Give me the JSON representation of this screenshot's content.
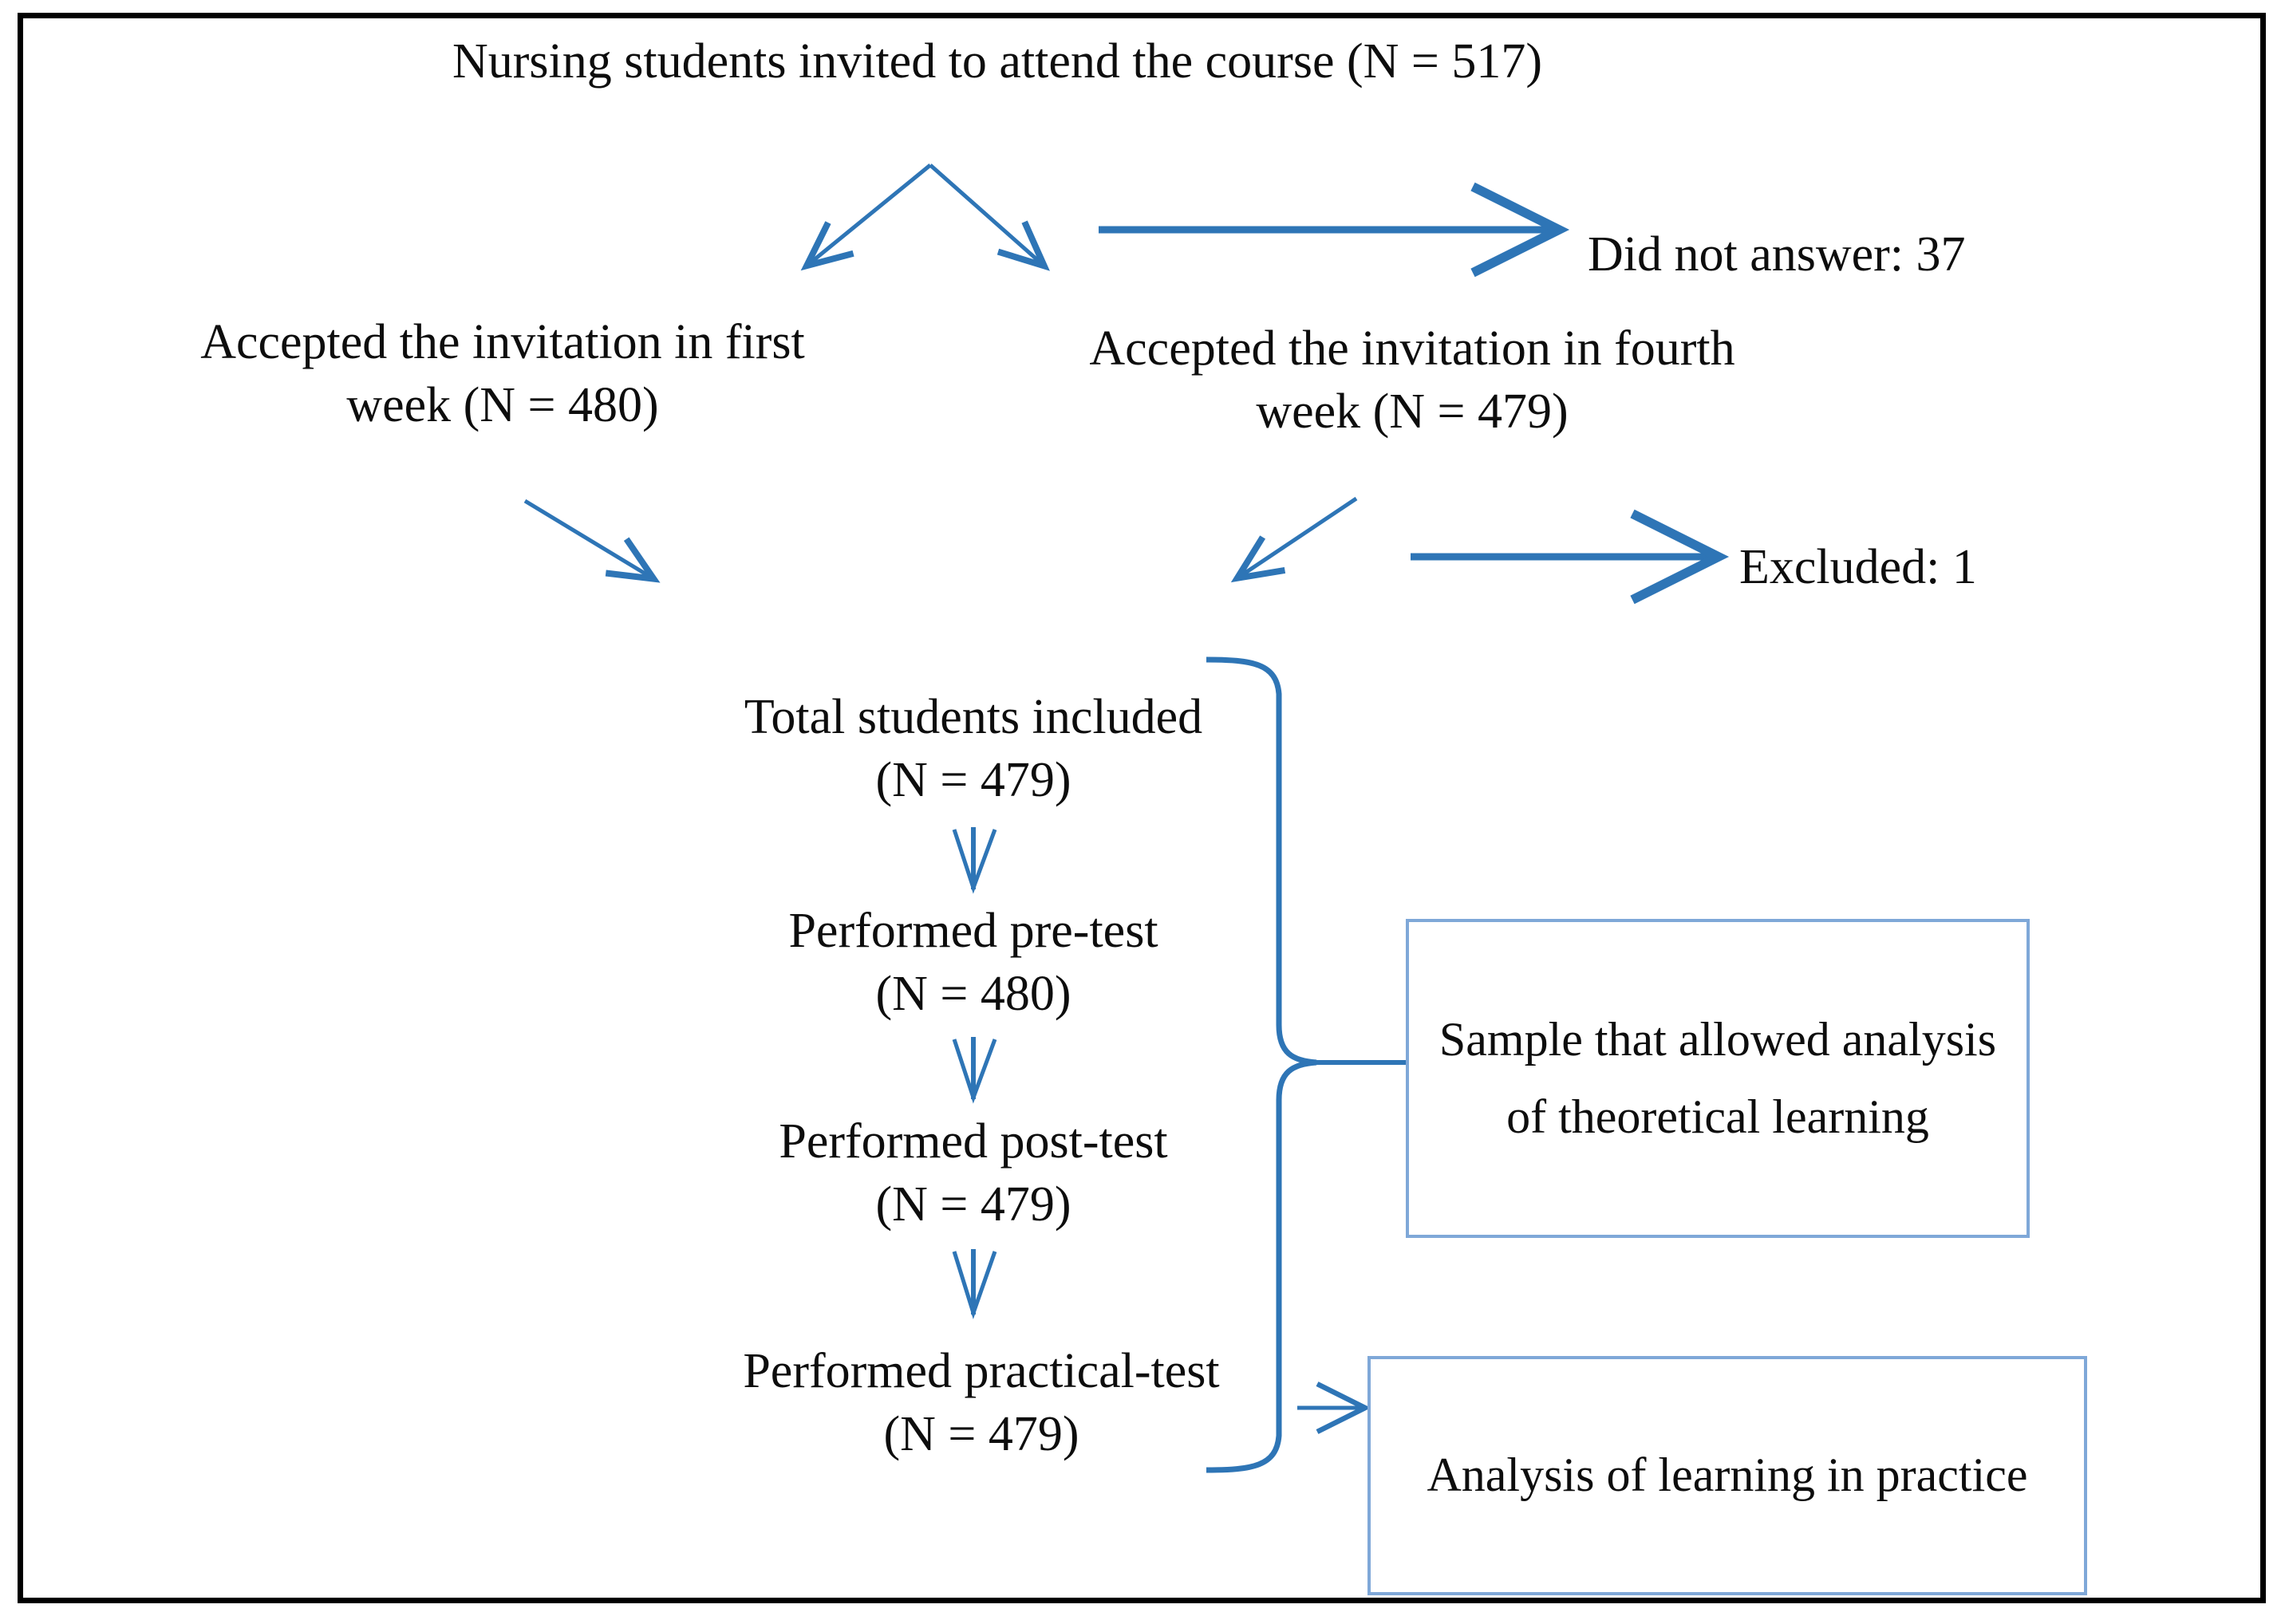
{
  "figure": {
    "type": "flowchart",
    "title": "Study participant flow diagram",
    "accent_color": "#2e75b6",
    "box_border_color": "#7fa8d8",
    "frame_color": "#000000",
    "text_color": "#0d0d0d"
  },
  "nodes": {
    "invited": {
      "label": "Nursing students invited to attend the course (N = 517)",
      "n": 517
    },
    "first_week": {
      "line1": "Accepted the invitation in first",
      "line2": "week (N = 480)",
      "n": 480
    },
    "fourth_week": {
      "line1": "Accepted the invitation in fourth",
      "line2": "week (N = 479)",
      "n": 479
    },
    "did_not_answer": {
      "label": "Did not answer: 37",
      "n": 37
    },
    "excluded": {
      "label": "Excluded: 1",
      "n": 1
    },
    "total_included": {
      "line1": "Total students included",
      "line2": "(N = 479)",
      "n": 479
    },
    "pre_test": {
      "line1": "Performed pre-test",
      "line2": "(N = 480)",
      "n": 480
    },
    "post_test": {
      "line1": "Performed post-test",
      "line2": "(N = 479)",
      "n": 479
    },
    "practical_test": {
      "line1": "Performed practical-test",
      "line2": "(N = 479)",
      "n": 479
    }
  },
  "outcome_boxes": {
    "theoretical": {
      "label": "Sample that allowed analysis of theoretical learning"
    },
    "practice": {
      "label": "Analysis of learning in practice"
    }
  },
  "connectors": [
    {
      "name": "split-to-first-week",
      "kind": "arrow",
      "from": "invited",
      "to": "first_week"
    },
    {
      "name": "split-to-fourth-week",
      "kind": "arrow",
      "from": "invited",
      "to": "fourth_week"
    },
    {
      "name": "invited-to-did-not-answer",
      "kind": "arrow",
      "from": "invited",
      "to": "did_not_answer"
    },
    {
      "name": "first-week-down",
      "kind": "arrow",
      "from": "first_week",
      "to": "total_included"
    },
    {
      "name": "fourth-week-down",
      "kind": "arrow",
      "from": "fourth_week",
      "to": "total_included"
    },
    {
      "name": "fourth-week-to-excluded",
      "kind": "arrow",
      "from": "fourth_week",
      "to": "excluded"
    },
    {
      "name": "total-to-pretest",
      "kind": "arrow",
      "from": "total_included",
      "to": "pre_test"
    },
    {
      "name": "pretest-to-posttest",
      "kind": "arrow",
      "from": "pre_test",
      "to": "post_test"
    },
    {
      "name": "posttest-to-practical",
      "kind": "arrow",
      "from": "post_test",
      "to": "practical_test"
    },
    {
      "name": "brace-group",
      "kind": "curly-brace",
      "from": "total_included..practical_test",
      "to": "theoretical"
    },
    {
      "name": "practical-to-practice",
      "kind": "arrow",
      "from": "practical_test",
      "to": "practice"
    }
  ]
}
